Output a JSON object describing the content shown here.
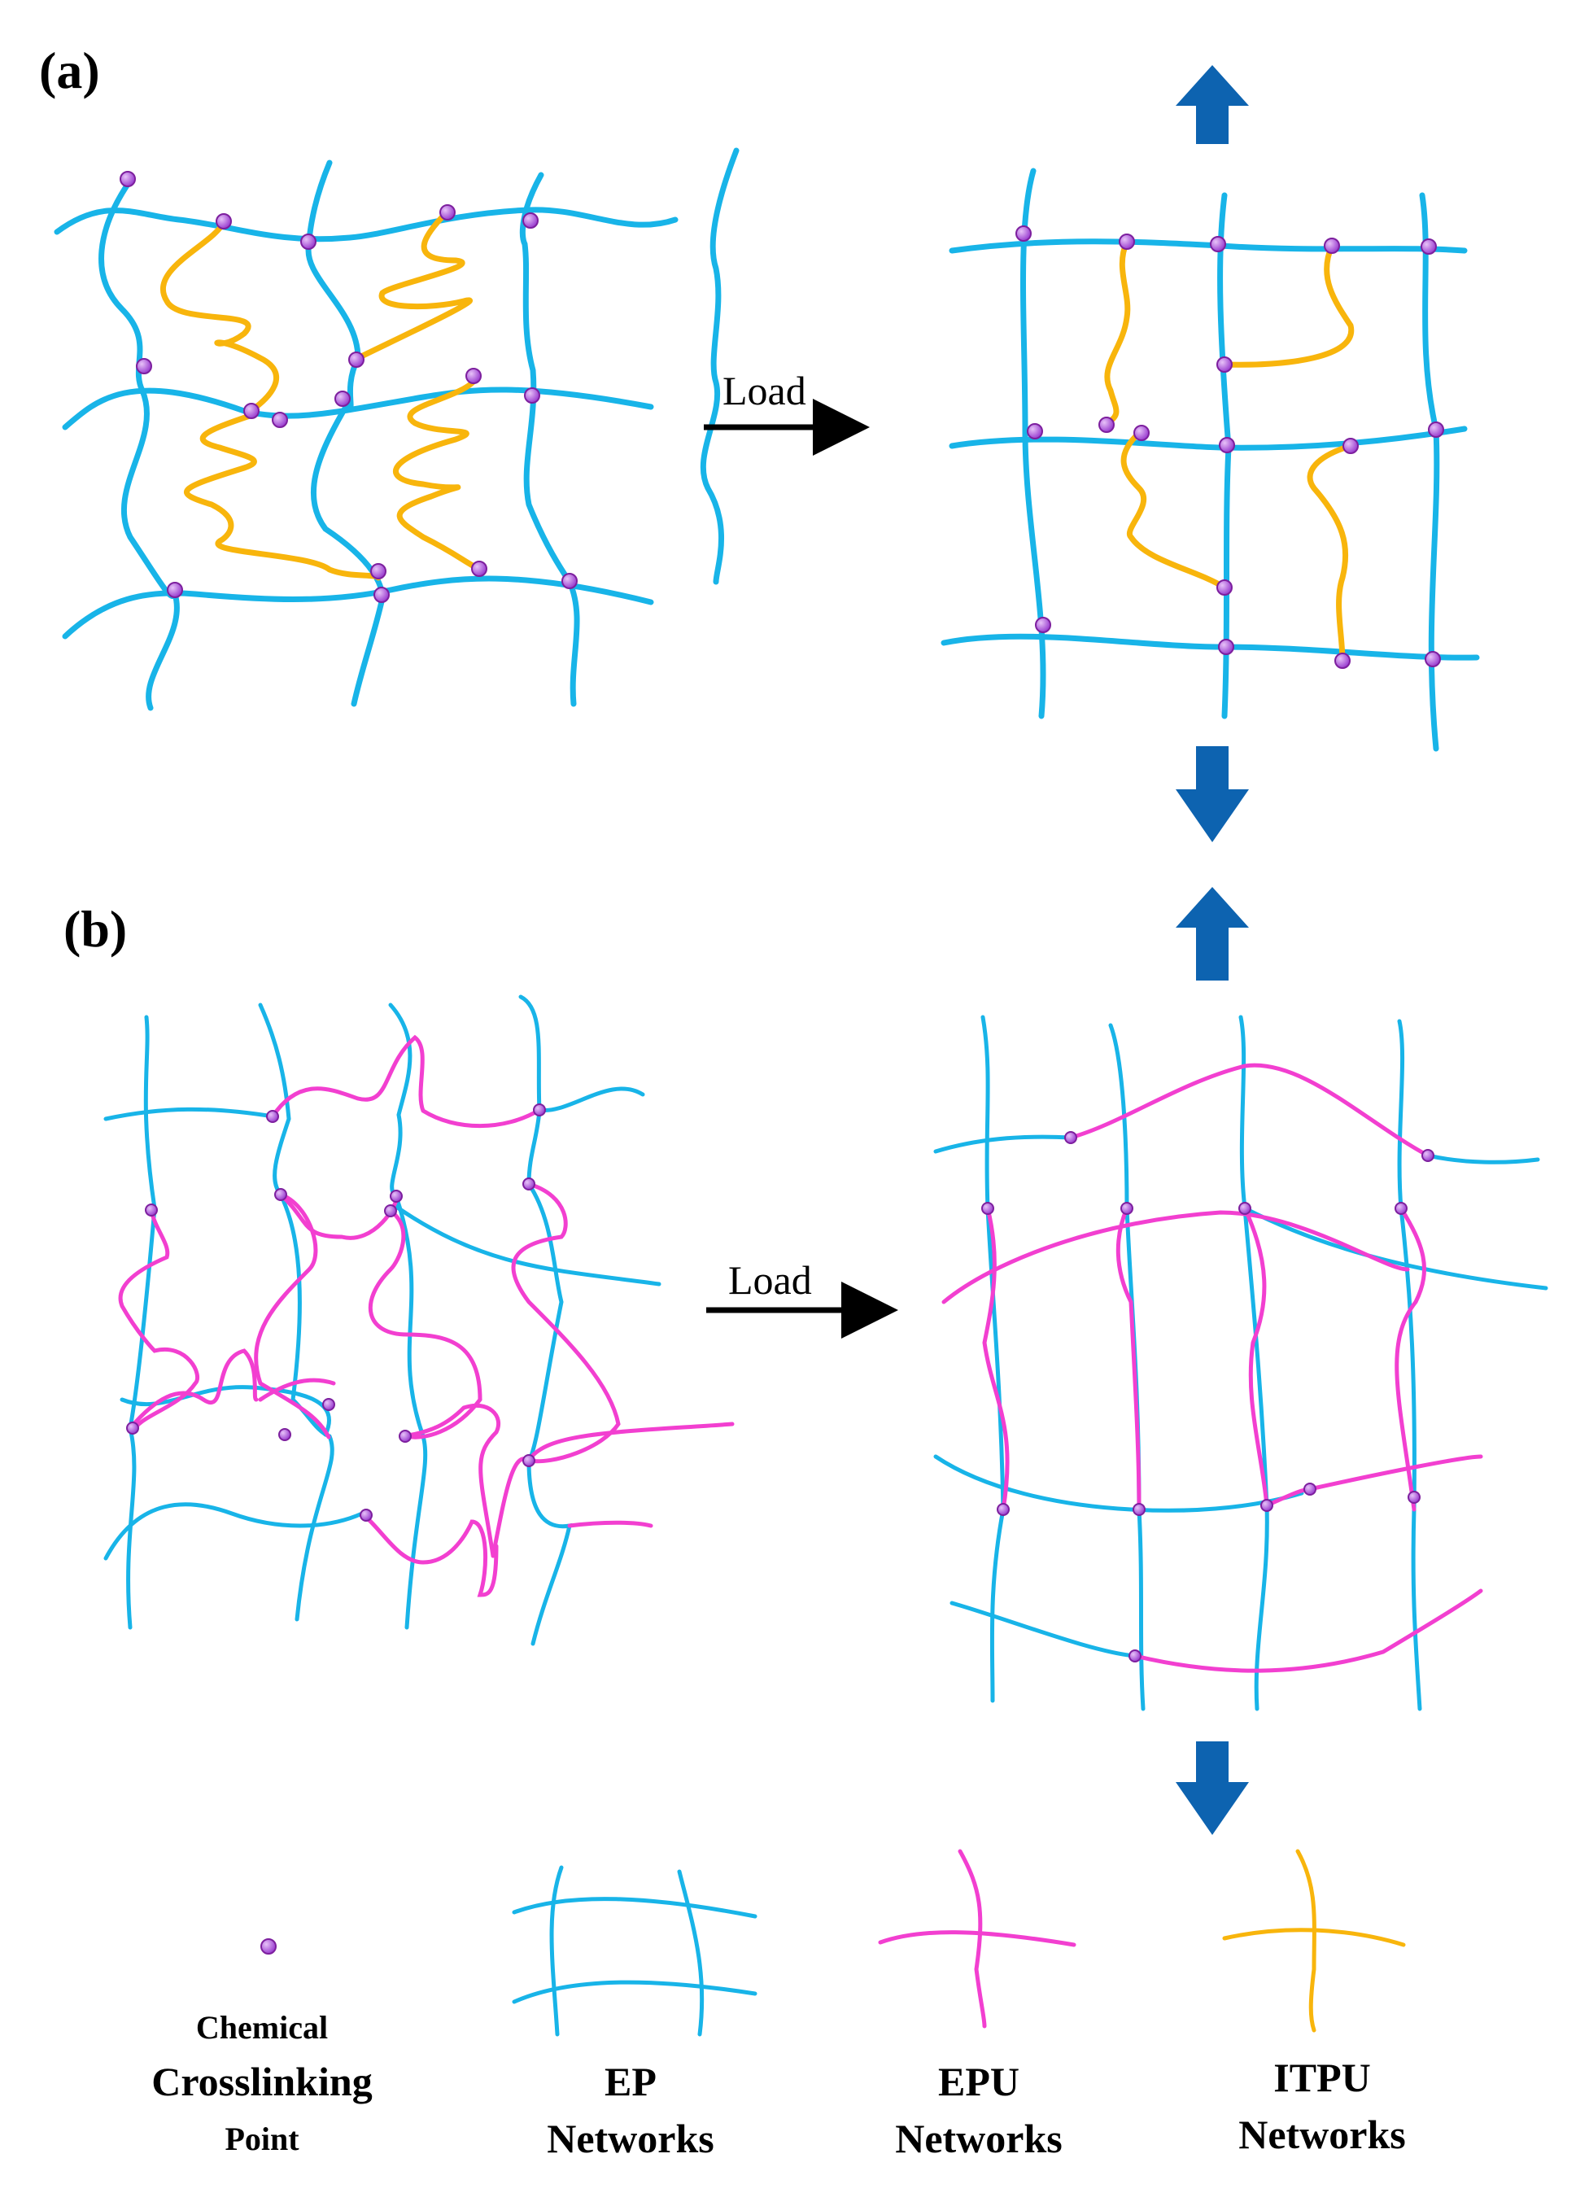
{
  "panels": {
    "a": {
      "label": "(a)"
    },
    "b": {
      "label": "(b)"
    }
  },
  "load_label": "Load",
  "legend": {
    "crosslink": {
      "line1": "Chemical",
      "line2": "Crosslinking",
      "line3": "Point"
    },
    "ep": {
      "line1": "EP",
      "line2": "Networks"
    },
    "epu": {
      "line1": "EPU",
      "line2": "Networks"
    },
    "itpu": {
      "line1": "ITPU",
      "line2": "Networks"
    }
  },
  "colors": {
    "ep": "#18b4e8",
    "epu": "#f23fd0",
    "itpu": "#f8b50c",
    "crosslink": "#a855d6",
    "arrow_block": "#0d63b0",
    "arrow_black": "#000000"
  }
}
